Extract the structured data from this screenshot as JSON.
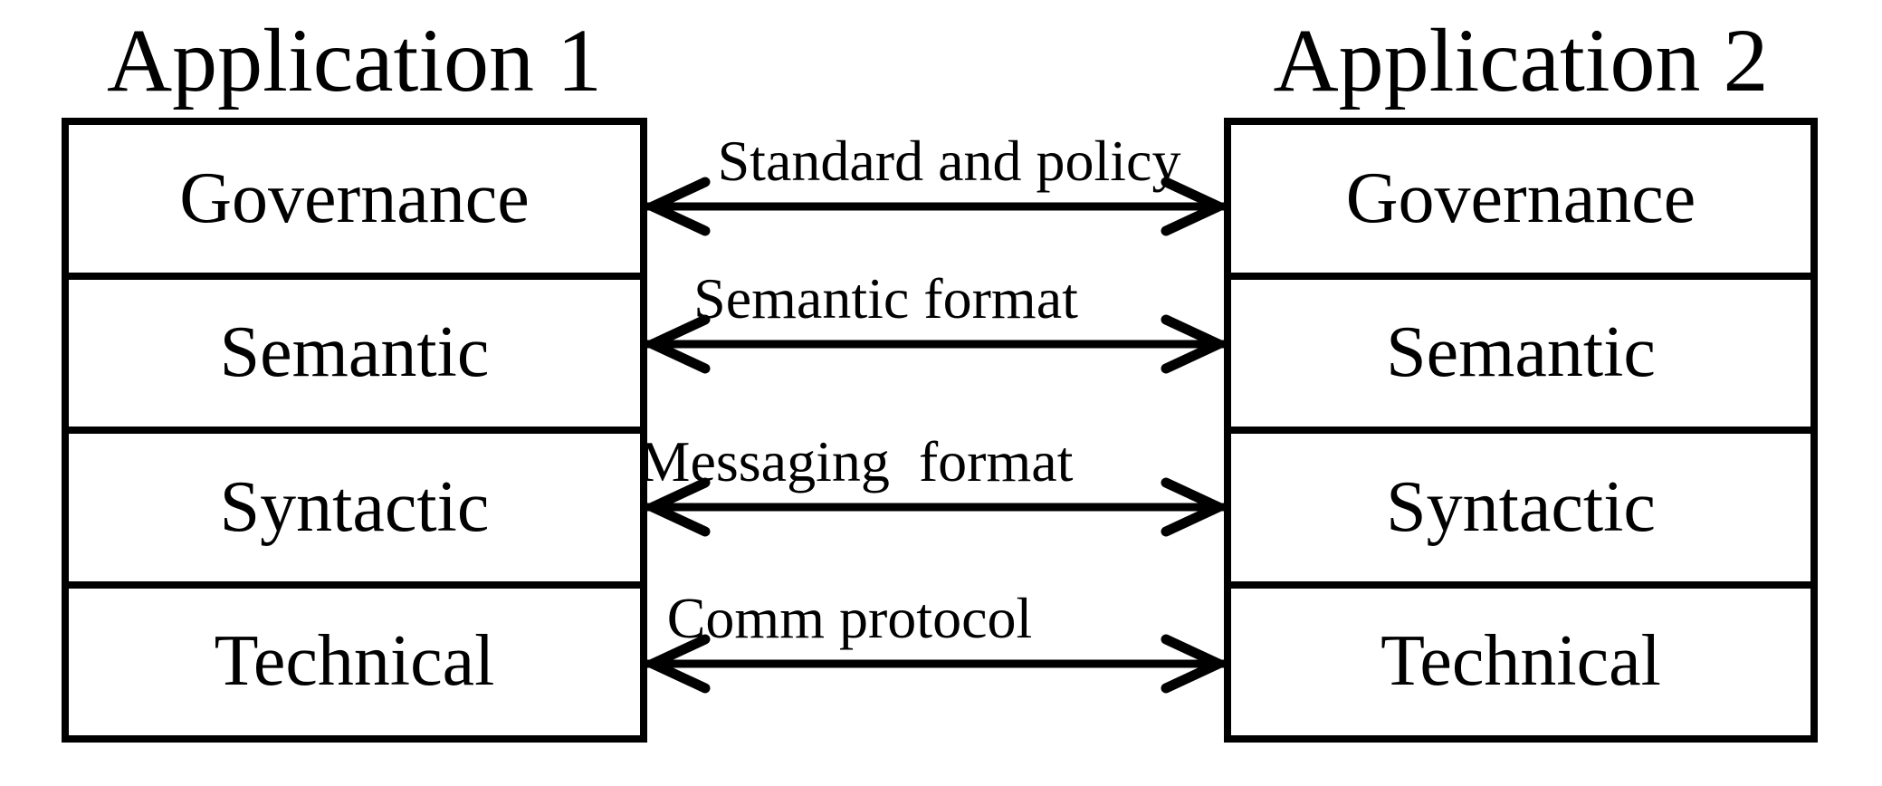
{
  "app1": {
    "title": "Application 1",
    "layers": [
      "Governance",
      "Semantic",
      "Syntactic",
      "Technical"
    ]
  },
  "app2": {
    "title": "Application 2",
    "layers": [
      "Governance",
      "Semantic",
      "Syntactic",
      "Technical"
    ]
  },
  "connections": [
    {
      "label": "Standard and policy"
    },
    {
      "label": "Semantic format"
    },
    {
      "label": "Messaging  format"
    },
    {
      "label": "Comm protocol"
    }
  ],
  "colors": {
    "line": "#000000",
    "background": "#ffffff"
  }
}
